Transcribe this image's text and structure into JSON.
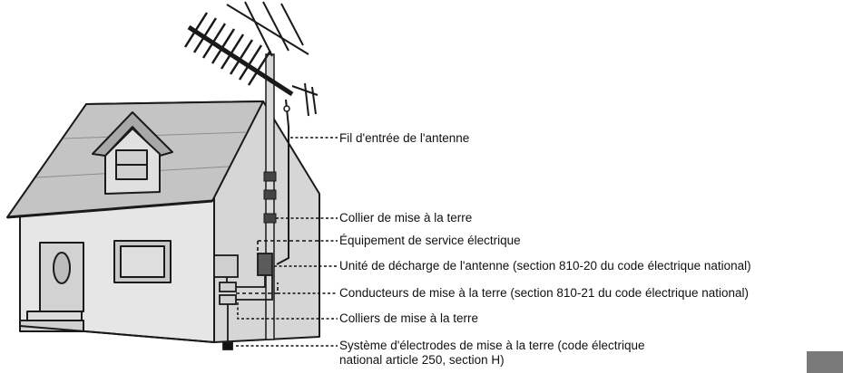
{
  "labels": {
    "lead_in_wire": "Fil d'entrée de l'antenne",
    "ground_clamp": "Collier de mise à la terre",
    "service_equipment": "Équipement de service électrique",
    "discharge_unit": "Unité de décharge de l'antenne (section 810-20 du code électrique national)",
    "grounding_conductors": "Conducteurs de mise à la terre (section 810-21 du code électrique national)",
    "ground_clamps": "Colliers de mise à la terre",
    "electrode_system_line1": "Système d'électrodes de mise à la terre (code électrique",
    "electrode_system_line2": "national article 250, section H)"
  },
  "colors": {
    "wall": "#e6e6e6",
    "roof": "#c4c4c4",
    "roof_edge": "#9a9a9a",
    "outline": "#1a1a1a",
    "leader": "#111111",
    "corner_tab": "#7a7a7a"
  }
}
